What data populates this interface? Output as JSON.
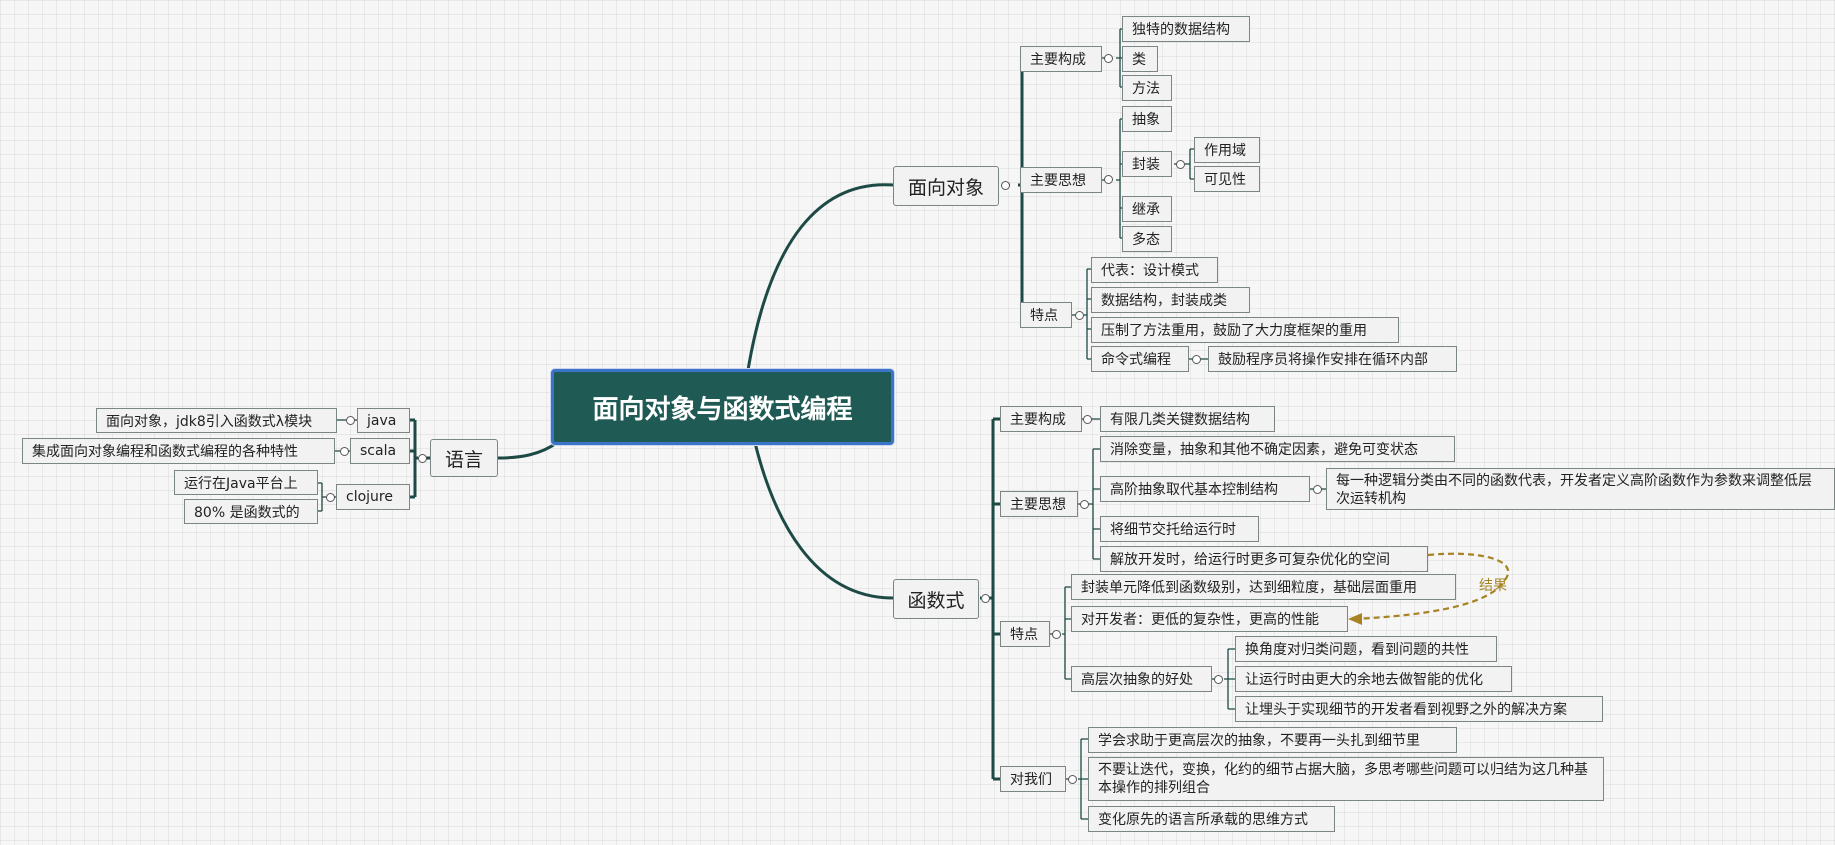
{
  "root": "面向对象与函数式编程",
  "oop": {
    "title": "面向对象",
    "composition": {
      "label": "主要构成",
      "items": [
        "独特的数据结构",
        "类",
        "方法"
      ]
    },
    "ideas": {
      "label": "主要思想",
      "abstraction": "抽象",
      "encapsulation": "封装",
      "scope": "作用域",
      "visibility": "可见性",
      "inheritance": "继承",
      "polymorphism": "多态"
    },
    "features": {
      "label": "特点",
      "items": [
        "代表：设计模式",
        "数据结构，封装成类",
        "压制了方法重用，鼓励了大力度框架的重用"
      ],
      "imperative": "命令式编程",
      "imperative_detail": "鼓励程序员将操作安排在循环内部"
    }
  },
  "fp": {
    "title": "函数式",
    "composition": {
      "label": "主要构成",
      "item": "有限几类关键数据结构"
    },
    "ideas": {
      "label": "主要思想",
      "items": [
        "消除变量，抽象和其他不确定因素，避免可变状态",
        "高阶抽象取代基本控制结构",
        "将细节交托给运行时",
        "解放开发时，给运行时更多可复杂优化的空间"
      ],
      "higher_order_detail": "每一种逻辑分类由不同的函数代表，开发者定义高阶函数作为参数来调整低层次运转机构"
    },
    "features": {
      "label": "特点",
      "items": [
        "封装单元降低到函数级别，达到细粒度，基础层面重用",
        "对开发者：更低的复杂性，更高的性能",
        "高层次抽象的好处"
      ],
      "benefits": [
        "换角度对归类问题，看到问题的共性",
        "让运行时由更大的余地去做智能的优化",
        "让埋头于实现细节的开发者看到视野之外的解决方案"
      ]
    },
    "result_label": "结果",
    "for_us": {
      "label": "对我们",
      "items": [
        "学会求助于更高层次的抽象，不要再一头扎到细节里",
        "不要让迭代，变换，化约的细节占据大脑，多思考哪些问题可以归结为这几种基本操作的排列组合",
        "变化原先的语言所承载的思维方式"
      ]
    }
  },
  "lang": {
    "title": "语言",
    "java": {
      "label": "java",
      "detail": "面向对象，jdk8引入函数式λ模块"
    },
    "scala": {
      "label": "scala",
      "detail": "集成面向对象编程和函数式编程的各种特性"
    },
    "clojure": {
      "label": "clojure",
      "details": [
        "运行在Java平台上",
        "80% 是函数式的"
      ]
    }
  },
  "colors": {
    "branch": "#1d4a45",
    "root_bg": "#1f5a54",
    "root_border": "#3c74c9",
    "result_arrow": "#a88324"
  }
}
